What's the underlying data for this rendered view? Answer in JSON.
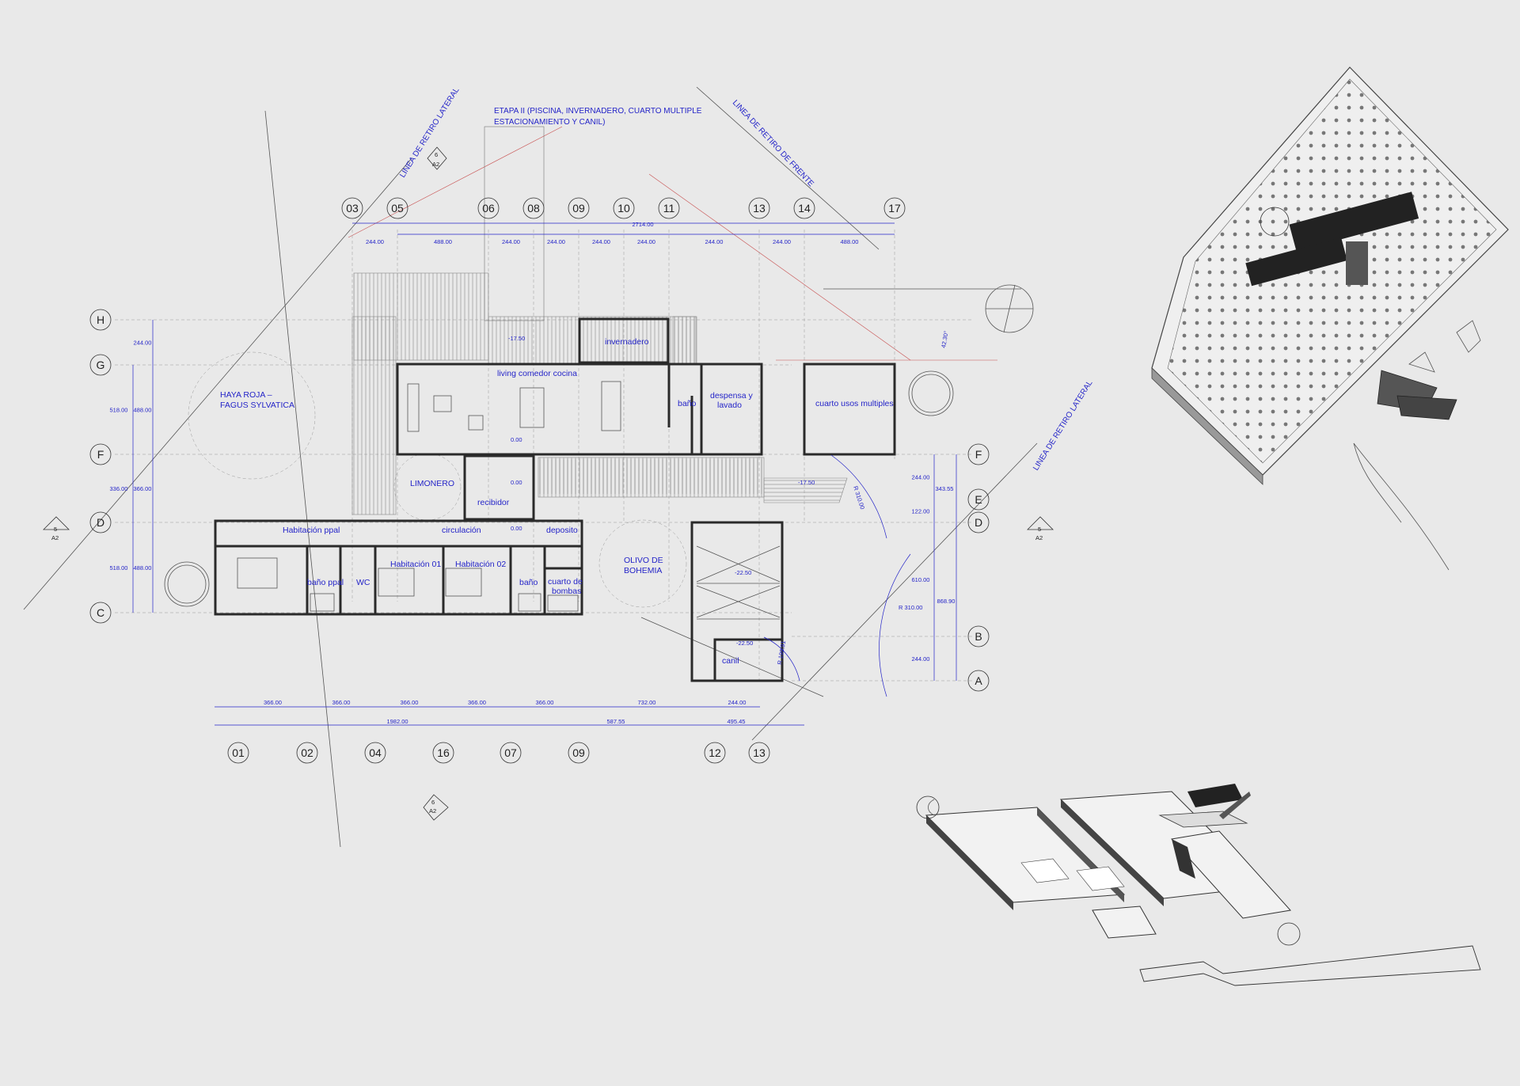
{
  "annotations": {
    "stage2_line1": "ETAPA II (PISCINA, INVERNADERO, CUARTO MULTIPLE",
    "stage2_line2": "ESTACIONAMIENTO Y CANIL)",
    "setback_lateral_left": "LINEA DE RETIRO LATERAL",
    "setback_front": "LINEA DE RETIRO DE FRENTE",
    "setback_lateral_right": "LINEA DE RETIRO LATERAL",
    "tree_haya_line1": "HAYA ROJA –",
    "tree_haya_line2": "FAGUS SYLVATICA",
    "tree_limonero": "LIMONERO",
    "tree_olivo_line1": "OLIVO DE",
    "tree_olivo_line2": "BOHEMIA"
  },
  "rooms": {
    "invernadero": "invernadero",
    "living": "living comedor cocina",
    "bano_top": "baño",
    "despensa_line1": "despensa y",
    "despensa_line2": "lavado",
    "cuarto_usos": "cuarto usos multiples",
    "recibidor": "recibidor",
    "habitacion_ppal": "Habitación ppal",
    "circulacion": "circulación",
    "deposito": "deposito",
    "bano_ppal": "baño ppal",
    "wc": "WC",
    "habitacion_01": "Habitación 01",
    "habitacion_02": "Habitación 02",
    "bano_bottom": "baño",
    "bombas_line1": "cuarto de",
    "bombas_line2": "bombas",
    "canil": "canil"
  },
  "levels": {
    "greenhouse": "-17.50",
    "living": "0.00",
    "hall": "0.00",
    "circulation": "0.00",
    "ramp": "-17.50",
    "parking": "-22.50",
    "canil": "-22.50"
  },
  "radii": {
    "r1": "R 310.00",
    "r2": "R 310.00",
    "r3": "R 199.91",
    "angle": "42.30°"
  },
  "section_marks": {
    "number": "6",
    "sheet": "A2",
    "number_side": "5"
  },
  "top_axes": [
    "03",
    "05",
    "06",
    "08",
    "09",
    "10",
    "11",
    "13",
    "14",
    "17"
  ],
  "top_dims": [
    "244.00",
    "488.00",
    "244.00",
    "244.00",
    "244.00",
    "244.00",
    "244.00",
    "244.00",
    "488.00"
  ],
  "top_total": "2714.00",
  "bottom_axes": [
    "01",
    "02",
    "04",
    "16",
    "07",
    "09",
    "12",
    "13"
  ],
  "bottom_dims": [
    "366.00",
    "366.00",
    "366.00",
    "366.00",
    "366.00",
    "732.00",
    "244.00"
  ],
  "bottom_totals": [
    "1982.00",
    "587.55",
    "495.45"
  ],
  "left_axes": [
    "H",
    "G",
    "F",
    "D",
    "C"
  ],
  "left_dims_inner": [
    "244.00",
    "488.00",
    "366.00",
    "488.00"
  ],
  "left_dims_outer": [
    "518.00",
    "336.00",
    "518.00"
  ],
  "right_axes": [
    "F",
    "E",
    "D",
    "B",
    "A"
  ],
  "right_dims_inner": [
    "244.00",
    "122.00",
    "610.00",
    "244.00"
  ],
  "right_dims_outer": [
    "343.55",
    "868.90"
  ]
}
